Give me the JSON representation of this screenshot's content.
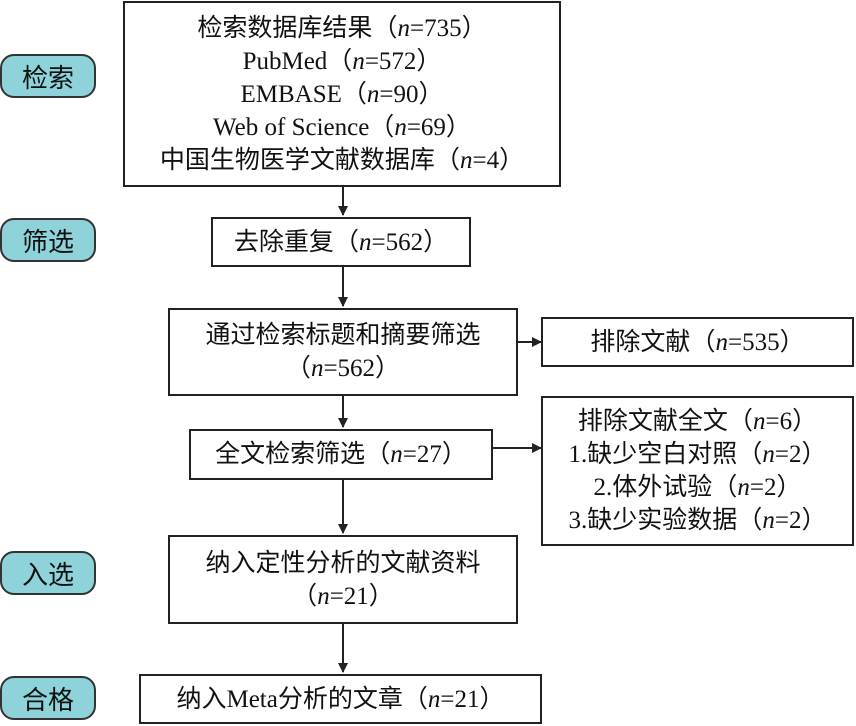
{
  "stages": [
    {
      "id": "search",
      "label": "检索"
    },
    {
      "id": "screen",
      "label": "筛选"
    },
    {
      "id": "included",
      "label": "入选"
    },
    {
      "id": "eligible",
      "label": "合格"
    }
  ],
  "boxes": {
    "database": {
      "lines": [
        {
          "text": "检索数据库结果",
          "n": "735"
        },
        {
          "text": "PubMed",
          "n": "572"
        },
        {
          "text": "EMBASE",
          "n": "90"
        },
        {
          "text": "Web of Science",
          "n": "69"
        },
        {
          "text": "中国生物医学文献数据库",
          "n": "4"
        }
      ]
    },
    "dedup": {
      "lines": [
        {
          "text": "去除重复",
          "n": "562"
        }
      ]
    },
    "title_abstract": {
      "lines": [
        {
          "text": "通过检索标题和摘要筛选",
          "n": ""
        },
        {
          "text": "",
          "n": "562"
        }
      ]
    },
    "excluded1": {
      "lines": [
        {
          "text": "排除文献",
          "n": "535"
        }
      ]
    },
    "fulltext": {
      "lines": [
        {
          "text": "全文检索筛选",
          "n": "27"
        }
      ]
    },
    "excluded2": {
      "lines": [
        {
          "text": "排除文献全文",
          "n": "6"
        },
        {
          "text": "1.缺少空白对照",
          "n": "2"
        },
        {
          "text": "2.体外试验",
          "n": "2"
        },
        {
          "text": "3.缺少实验数据",
          "n": "2"
        }
      ]
    },
    "qualitative": {
      "lines": [
        {
          "text": "纳入定性分析的文献资料",
          "n": ""
        },
        {
          "text": "",
          "n": "21"
        }
      ]
    },
    "meta": {
      "lines": [
        {
          "text": "纳入Meta分析的文章",
          "n": "21"
        }
      ]
    }
  },
  "n_symbol": "n"
}
